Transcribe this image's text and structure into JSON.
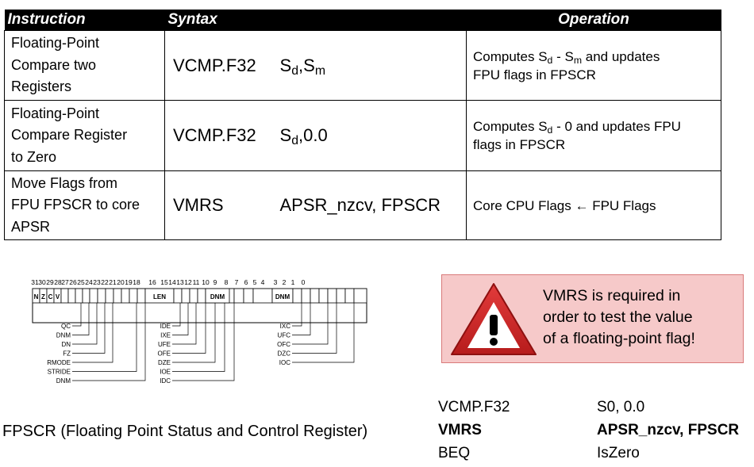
{
  "table": {
    "headers": {
      "instruction": "Instruction",
      "syntax": "Syntax",
      "operation": "Operation"
    },
    "rows": [
      {
        "instruction_lines": [
          "Floating-Point",
          "Compare two",
          "Registers"
        ],
        "mnemonic": "VCMP.F32",
        "operands": {
          "a": "S",
          "a_sub": "d",
          "sep": ",",
          "b": "S",
          "b_sub": "m",
          "rest": ""
        },
        "op_pre1": "Computes S",
        "op_sub1": "d",
        "op_mid": " - S",
        "op_sub2": "m",
        "op_post": " and updates",
        "op_line2": "FPU flags in FPSCR"
      },
      {
        "instruction_lines": [
          "Floating-Point",
          "Compare Register",
          "to Zero"
        ],
        "mnemonic": "VCMP.F32",
        "operands": {
          "a": "S",
          "a_sub": "d",
          "sep": ",",
          "b": "0.0",
          "b_sub": "",
          "rest": ""
        },
        "op_pre1": "Computes S",
        "op_sub1": "d",
        "op_mid": " - 0 and updates FPU",
        "op_sub2": "",
        "op_post": "",
        "op_line2": "flags in FPSCR"
      },
      {
        "instruction_lines": [
          "Move Flags from",
          "FPU FPSCR to core",
          "APSR"
        ],
        "mnemonic": "VMRS",
        "operands_text": "APSR_nzcv, FPSCR",
        "op_text": "Core CPU Flags ← FPU Flags"
      }
    ]
  },
  "register": {
    "bit_numbers": [
      "31",
      "30",
      "29",
      "28",
      "27",
      "26",
      "25",
      "24",
      "23",
      "22",
      "21",
      "20",
      "19",
      "18",
      "16",
      "15",
      "14",
      "13",
      "12",
      "11",
      "10",
      "9",
      "8",
      "7",
      "6",
      "5",
      "4",
      "3",
      "2",
      "1",
      "0"
    ],
    "cells_top": [
      "N",
      "Z",
      "C",
      "V"
    ],
    "len_label": "LEN",
    "dnm_label_mid": "DNM",
    "dnm_label_right": "DNM",
    "left_fields": [
      "QC",
      "DNM",
      "DN",
      "FZ",
      "RMODE",
      "STRIDE",
      "DNM"
    ],
    "mid_fields": [
      "IDE",
      "IXE",
      "UFE",
      "OFE",
      "DZE",
      "IOE",
      "IDC"
    ],
    "right_fields": [
      "IXC",
      "UFC",
      "OFC",
      "DZC",
      "IOC"
    ]
  },
  "caption": "FPSCR (Floating Point Status and Control Register)",
  "warning": {
    "icon": "warning-triangle-icon",
    "lines": [
      "VMRS is required in",
      "order to test the value",
      "of a floating-point flag!"
    ]
  },
  "code": [
    {
      "mnemonic": "VCMP.F32",
      "operands": "S0, 0.0"
    },
    {
      "mnemonic": "VMRS",
      "operands": "APSR_nzcv, FPSCR"
    },
    {
      "mnemonic": "BEQ",
      "operands": "IsZero"
    }
  ]
}
